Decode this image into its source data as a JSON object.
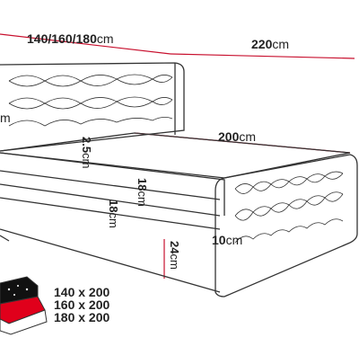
{
  "dimensions": {
    "width_label": "140/160/180",
    "width_unit": "cm",
    "length_label": "220",
    "length_unit": "cm",
    "mattress_length_label": "200",
    "mattress_length_unit": "cm",
    "headboard_left_value": "",
    "headboard_left_unit": "m",
    "topper_thickness_value": "2.5",
    "topper_thickness_unit": "cm",
    "mattress_thickness_value": "18",
    "mattress_thickness_unit": "cm",
    "base_thickness_value": "18",
    "base_thickness_unit": "cm",
    "leg_height_value": "10",
    "leg_height_unit": "cm",
    "total_height_value": "24",
    "total_height_unit": "cm"
  },
  "sizes": [
    "140 x 200",
    "160 x 200",
    "180 x 200"
  ],
  "colors": {
    "dimension_line": "#c8102e",
    "outline": "#333333",
    "storage_red": "#e0001b"
  }
}
